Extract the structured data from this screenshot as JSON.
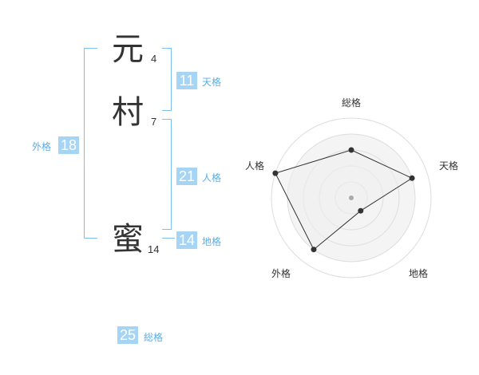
{
  "name": {
    "chars": [
      {
        "char": "元",
        "strokes": "4"
      },
      {
        "char": "村",
        "strokes": "7"
      },
      {
        "char": "蜜",
        "strokes": "14"
      }
    ]
  },
  "fortune": {
    "tenkaku": {
      "value": "11",
      "label": "天格"
    },
    "jinkaku": {
      "value": "21",
      "label": "人格"
    },
    "chikaku": {
      "value": "14",
      "label": "地格"
    },
    "gaikaku": {
      "value": "18",
      "label": "外格"
    },
    "soukaku": {
      "value": "25",
      "label": "総格"
    }
  },
  "chart_data": {
    "type": "radar",
    "axes": [
      "総格",
      "天格",
      "地格",
      "外格",
      "人格"
    ],
    "values": [
      3,
      4,
      1,
      4,
      5
    ],
    "rmax": 5,
    "rings": 5,
    "colors": {
      "ring": "#dddddd",
      "ring_fill": "#f4f4f4",
      "polygon_fill": "#eeeeee",
      "polygon_stroke": "#333333",
      "point": "#333333",
      "center": "#aaaaaa"
    }
  }
}
